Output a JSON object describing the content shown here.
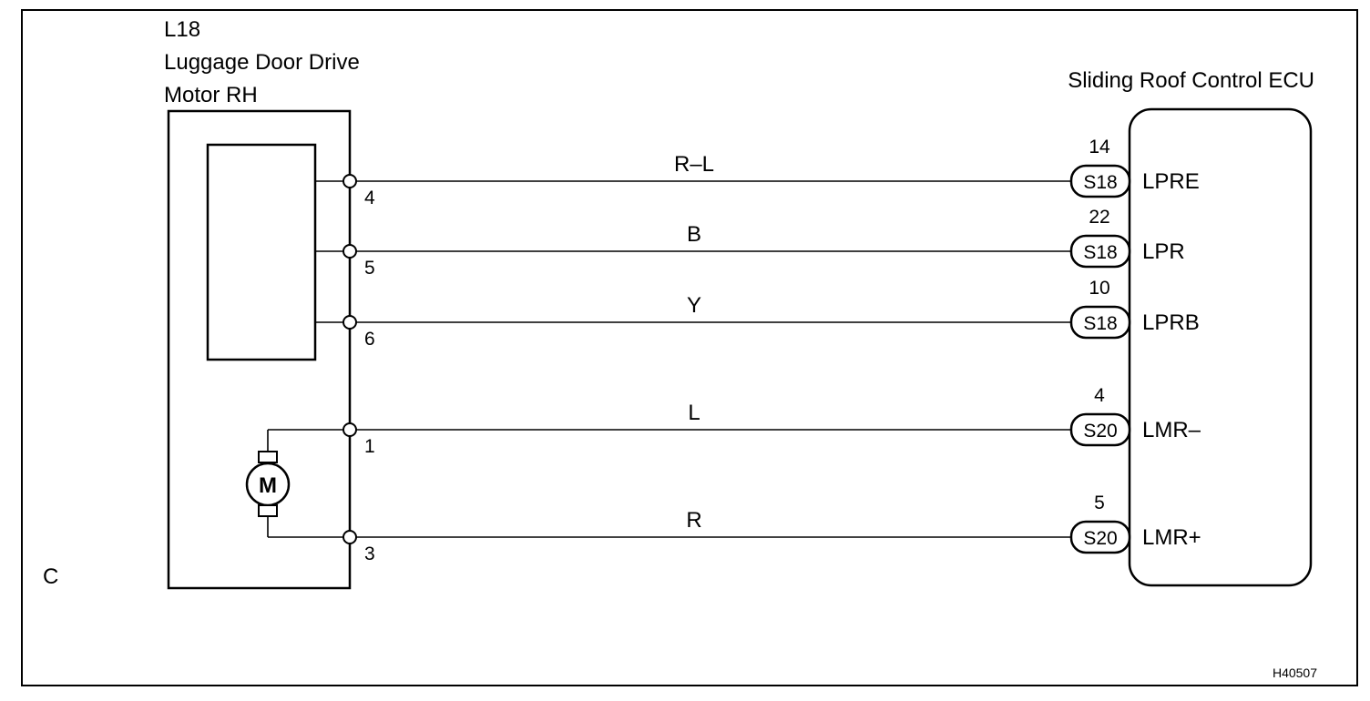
{
  "component": {
    "id": "L18",
    "name_line1": "Luggage Door Drive",
    "name_line2": "Motor RH",
    "motor_symbol": "M"
  },
  "ecu": {
    "name": "Sliding Roof Control ECU"
  },
  "wires": [
    {
      "color": "R–L",
      "motor_pin": "4",
      "ecu_pin": "14",
      "connector": "S18",
      "signal": "LPRE"
    },
    {
      "color": "B",
      "motor_pin": "5",
      "ecu_pin": "22",
      "connector": "S18",
      "signal": "LPR"
    },
    {
      "color": "Y",
      "motor_pin": "6",
      "ecu_pin": "10",
      "connector": "S18",
      "signal": "LPRB"
    },
    {
      "color": "L",
      "motor_pin": "1",
      "ecu_pin": "4",
      "connector": "S20",
      "signal": "LMR–"
    },
    {
      "color": "R",
      "motor_pin": "3",
      "ecu_pin": "5",
      "connector": "S20",
      "signal": "LMR+"
    }
  ],
  "corner_letter": "C",
  "figure_code": "H40507"
}
